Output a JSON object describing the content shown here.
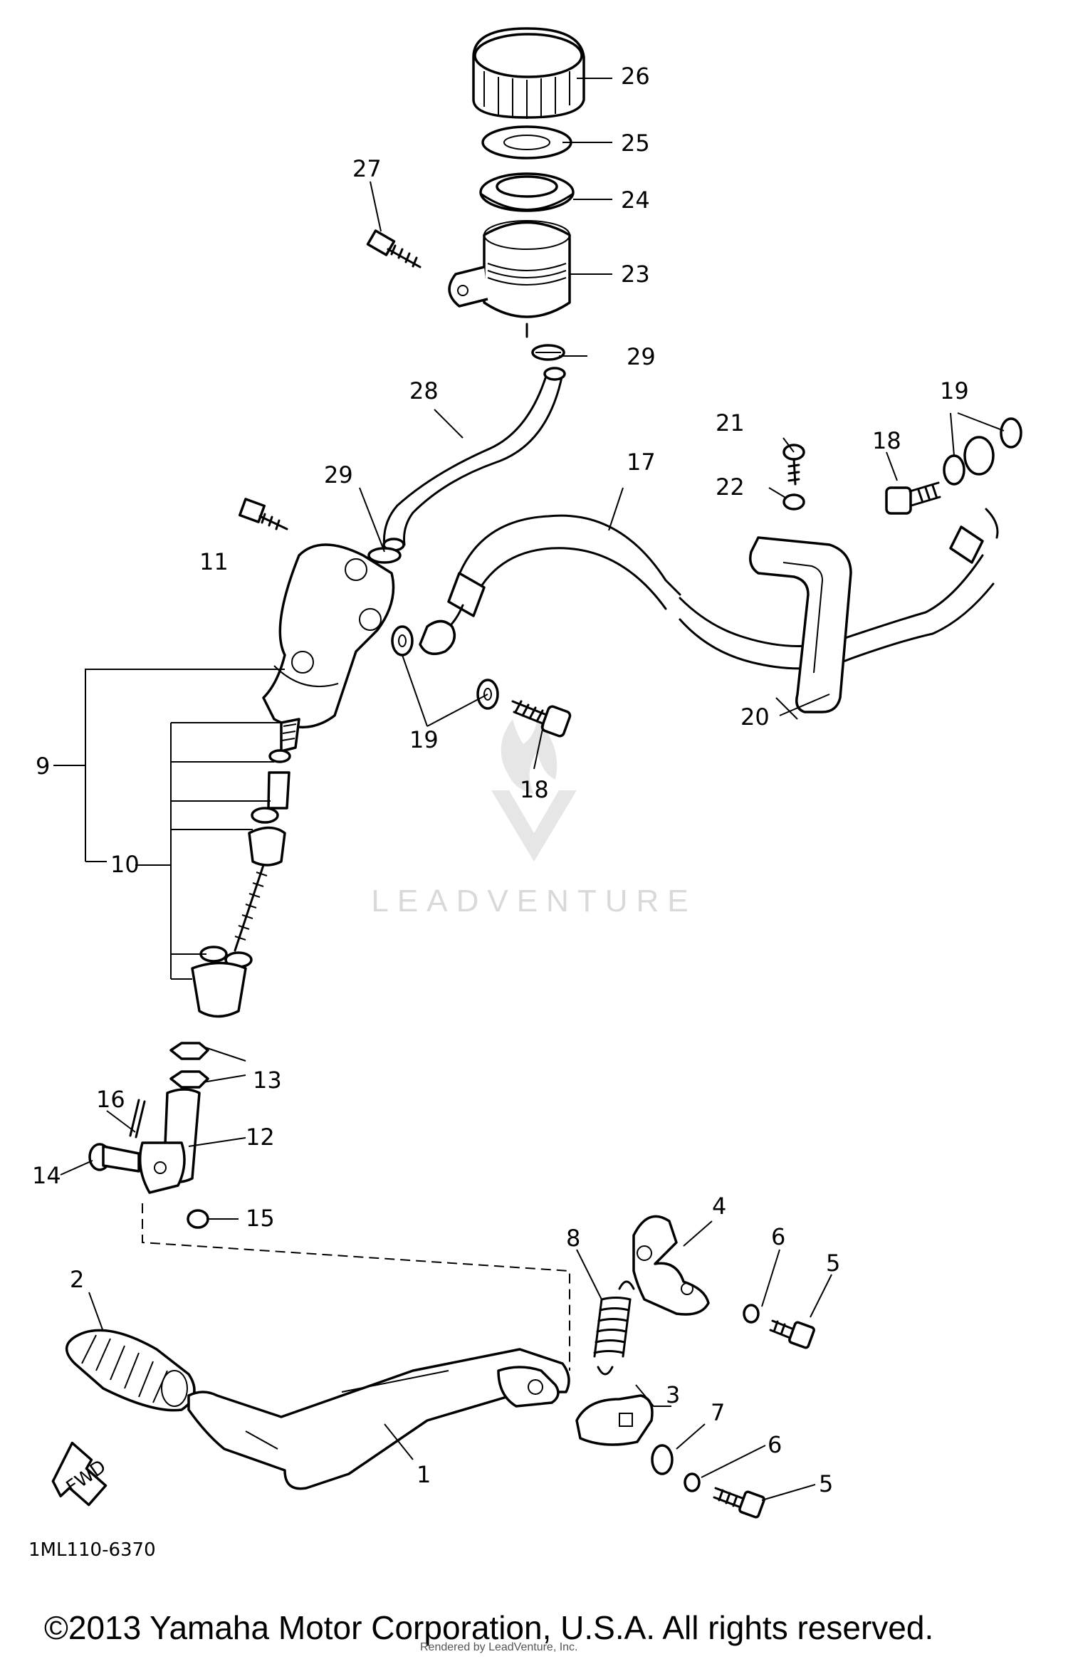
{
  "diagram": {
    "part_numbers": [
      "1",
      "2",
      "3",
      "4",
      "5",
      "5",
      "6",
      "6",
      "7",
      "8",
      "9",
      "10",
      "11",
      "12",
      "13",
      "14",
      "15",
      "16",
      "17",
      "18",
      "18",
      "19",
      "19",
      "20",
      "21",
      "22",
      "23",
      "24",
      "25",
      "26",
      "27",
      "28",
      "29",
      "29"
    ],
    "drawing_code": "1ML110-6370",
    "fwd_label": "FWD",
    "watermark": "LEADVENTURE",
    "copyright": "©2013 Yamaha Motor Corporation, U.S.A. All rights reserved.",
    "overprint": "Rendered by LeadVenture, Inc."
  }
}
